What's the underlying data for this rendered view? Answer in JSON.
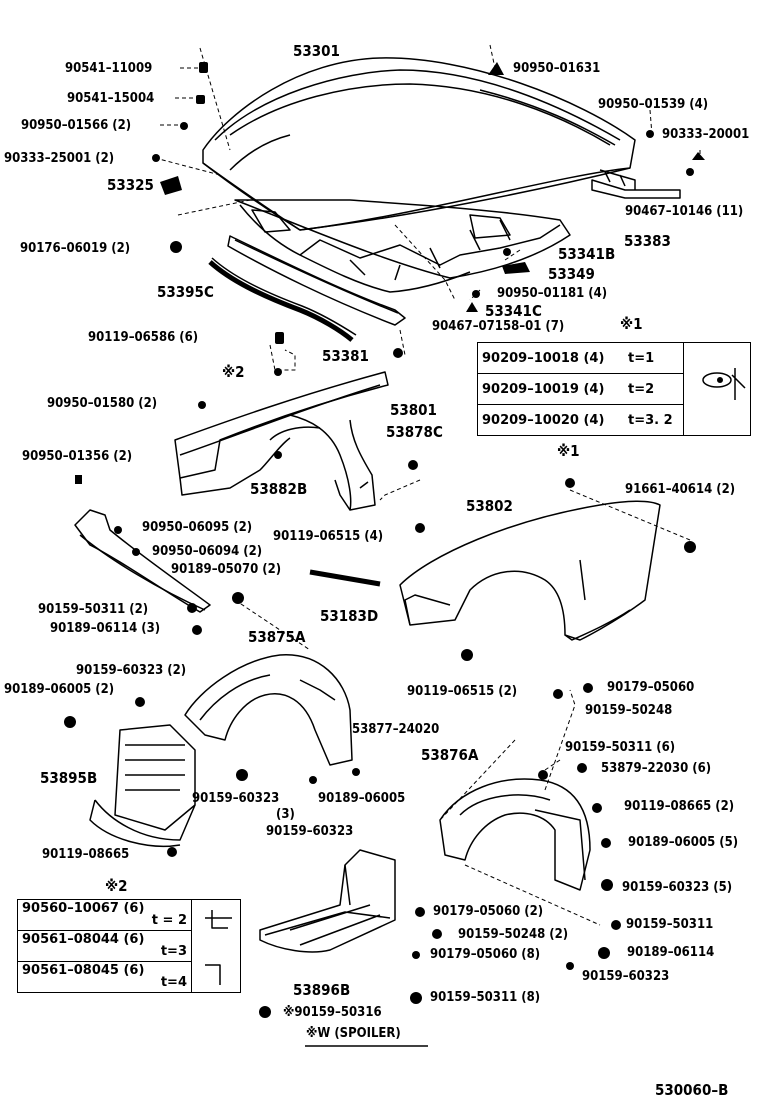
{
  "labels": [
    {
      "id": "p53301",
      "text": "53301"
    },
    {
      "id": "p90541-11009",
      "text": "90541–11009"
    },
    {
      "id": "p90950-01631",
      "text": "90950–01631"
    },
    {
      "id": "p90541-15004",
      "text": "90541–15004"
    },
    {
      "id": "p90950-01539",
      "text": "90950–01539 (4)"
    },
    {
      "id": "p90950-01566",
      "text": "90950–01566 (2)"
    },
    {
      "id": "p90333-20001",
      "text": "90333–20001"
    },
    {
      "id": "p90333-25001",
      "text": "90333–25001 (2)"
    },
    {
      "id": "p53325",
      "text": "53325"
    },
    {
      "id": "p90467-10146",
      "text": "90467–10146 (11)"
    },
    {
      "id": "p90176-06019",
      "text": "90176–06019 (2)"
    },
    {
      "id": "p53383",
      "text": "53383"
    },
    {
      "id": "p53341B",
      "text": "53341B"
    },
    {
      "id": "p53349",
      "text": "53349"
    },
    {
      "id": "p53395C",
      "text": "53395C"
    },
    {
      "id": "p90950-01181",
      "text": "90950–01181 (4)"
    },
    {
      "id": "p53341C",
      "text": "53341C"
    },
    {
      "id": "p90119-06586",
      "text": "90119–06586 (6)"
    },
    {
      "id": "p90467-07158",
      "text": "90467–07158–01 (7)"
    },
    {
      "id": "p53381",
      "text": "53381"
    },
    {
      "id": "pstar2a",
      "text": "※2"
    },
    {
      "id": "pstar1a",
      "text": "※1"
    },
    {
      "id": "p90950-01580",
      "text": "90950–01580 (2)"
    },
    {
      "id": "p53801",
      "text": "53801"
    },
    {
      "id": "p53878C",
      "text": "53878C"
    },
    {
      "id": "p90950-01356",
      "text": "90950–01356 (2)"
    },
    {
      "id": "p53882B",
      "text": "53882B"
    },
    {
      "id": "pstar1b",
      "text": "※1"
    },
    {
      "id": "p91661-40614",
      "text": "91661–40614 (2)"
    },
    {
      "id": "p53802",
      "text": "53802"
    },
    {
      "id": "p90950-06095",
      "text": "90950–06095 (2)"
    },
    {
      "id": "p90119-06515a",
      "text": "90119–06515 (4)"
    },
    {
      "id": "p90950-06094",
      "text": "90950–06094 (2)"
    },
    {
      "id": "p90189-05070",
      "text": "90189–05070 (2)"
    },
    {
      "id": "p90159-50311a",
      "text": "90159–50311 (2)"
    },
    {
      "id": "p53183D",
      "text": "53183D"
    },
    {
      "id": "p90189-06114a",
      "text": "90189–06114 (3)"
    },
    {
      "id": "p53875A",
      "text": "53875A"
    },
    {
      "id": "p90159-60323a",
      "text": "90159–60323 (2)"
    },
    {
      "id": "p90189-06005a",
      "text": "90189–06005 (2)"
    },
    {
      "id": "p90119-06515b",
      "text": "90119–06515 (2)"
    },
    {
      "id": "p90179-05060a",
      "text": "90179–05060"
    },
    {
      "id": "p90159-50248a",
      "text": "90159–50248"
    },
    {
      "id": "p53877-24020",
      "text": "53877–24020"
    },
    {
      "id": "p53876A",
      "text": "53876A"
    },
    {
      "id": "p90159-50311b",
      "text": "90159–50311 (6)"
    },
    {
      "id": "p53895B",
      "text": "53895B"
    },
    {
      "id": "p53879-22030",
      "text": "53879–22030 (6)"
    },
    {
      "id": "p90159-60323b",
      "text": "90159–60323"
    },
    {
      "id": "p90189-06005b",
      "text": "90189–06005"
    },
    {
      "id": "p3",
      "text": "(3)"
    },
    {
      "id": "p90119-08665a",
      "text": "90119–08665 (2)"
    },
    {
      "id": "p90159-60323c",
      "text": "90159–60323"
    },
    {
      "id": "p90189-06005c",
      "text": "90189–06005 (5)"
    },
    {
      "id": "p90119-08665b",
      "text": "90119–08665"
    },
    {
      "id": "p90159-60323d",
      "text": "90159–60323 (5)"
    },
    {
      "id": "pstar2b",
      "text": "※2"
    },
    {
      "id": "p90179-05060b",
      "text": "90179–05060 (2)"
    },
    {
      "id": "p90159-50311c",
      "text": "90159–50311"
    },
    {
      "id": "p90159-50248b",
      "text": "90159–50248 (2)"
    },
    {
      "id": "p90189-06114b",
      "text": "90189–06114"
    },
    {
      "id": "p90179-05060c",
      "text": "90179–05060 (8)"
    },
    {
      "id": "p90159-60323e",
      "text": "90159–60323"
    },
    {
      "id": "p53896B",
      "text": "53896B"
    },
    {
      "id": "p90159-50311d",
      "text": "90159–50311 (8)"
    },
    {
      "id": "p90159-50316",
      "text": "※90159–50316"
    },
    {
      "id": "pspoiler",
      "text": "※W (SPOILER)"
    },
    {
      "id": "pdiag",
      "text": "530060–B"
    }
  ],
  "table1": {
    "rows": [
      {
        "part": "90209–10018 (4)",
        "t": "t=1"
      },
      {
        "part": "90209–10019 (4)",
        "t": "t=2"
      },
      {
        "part": "90209–10020 (4)",
        "t": "t=3. 2"
      }
    ]
  },
  "table2": {
    "rows": [
      {
        "part": "90560–10067 (6)",
        "t": "t = 2"
      },
      {
        "part": "90561–08044 (6)",
        "t": "t=3"
      },
      {
        "part": "90561–08045 (6)",
        "t": "t=4"
      }
    ]
  }
}
